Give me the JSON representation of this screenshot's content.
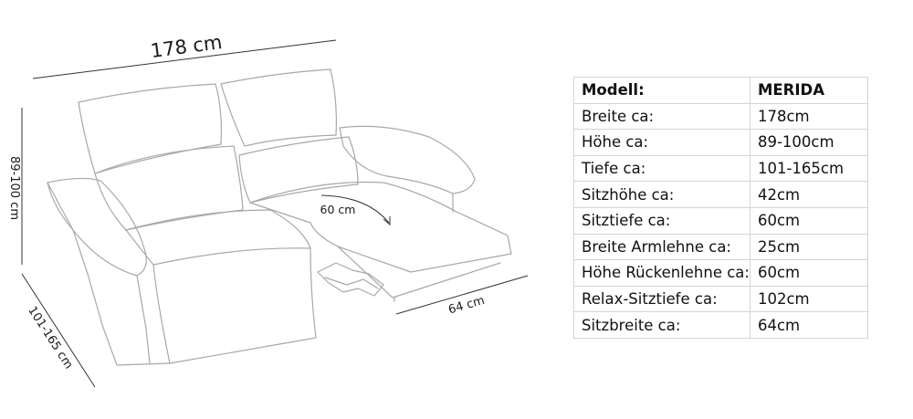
{
  "dimensions": {
    "width": "178 cm",
    "height": "89-100 cm",
    "depth": "101-165 cm",
    "seat_depth": "60 cm",
    "seat_width": "64 cm"
  },
  "table": {
    "header": {
      "label": "Modell:",
      "value": "MERIDA"
    },
    "rows": [
      {
        "label": "Breite ca:",
        "value": "178cm"
      },
      {
        "label": "Höhe ca:",
        "value": "89-100cm"
      },
      {
        "label": "Tiefe ca:",
        "value": "101-165cm"
      },
      {
        "label": "Sitzhöhe ca:",
        "value": "42cm"
      },
      {
        "label": "Sitztiefe ca:",
        "value": "60cm"
      },
      {
        "label": "Breite Armlehne ca:",
        "value": "25cm"
      },
      {
        "label": "Höhe Rückenlehne ca:",
        "value": "60cm"
      },
      {
        "label": "Relax-Sitztiefe ca:",
        "value": "102cm"
      },
      {
        "label": "Sitzbreite ca:",
        "value": "64cm"
      }
    ]
  }
}
